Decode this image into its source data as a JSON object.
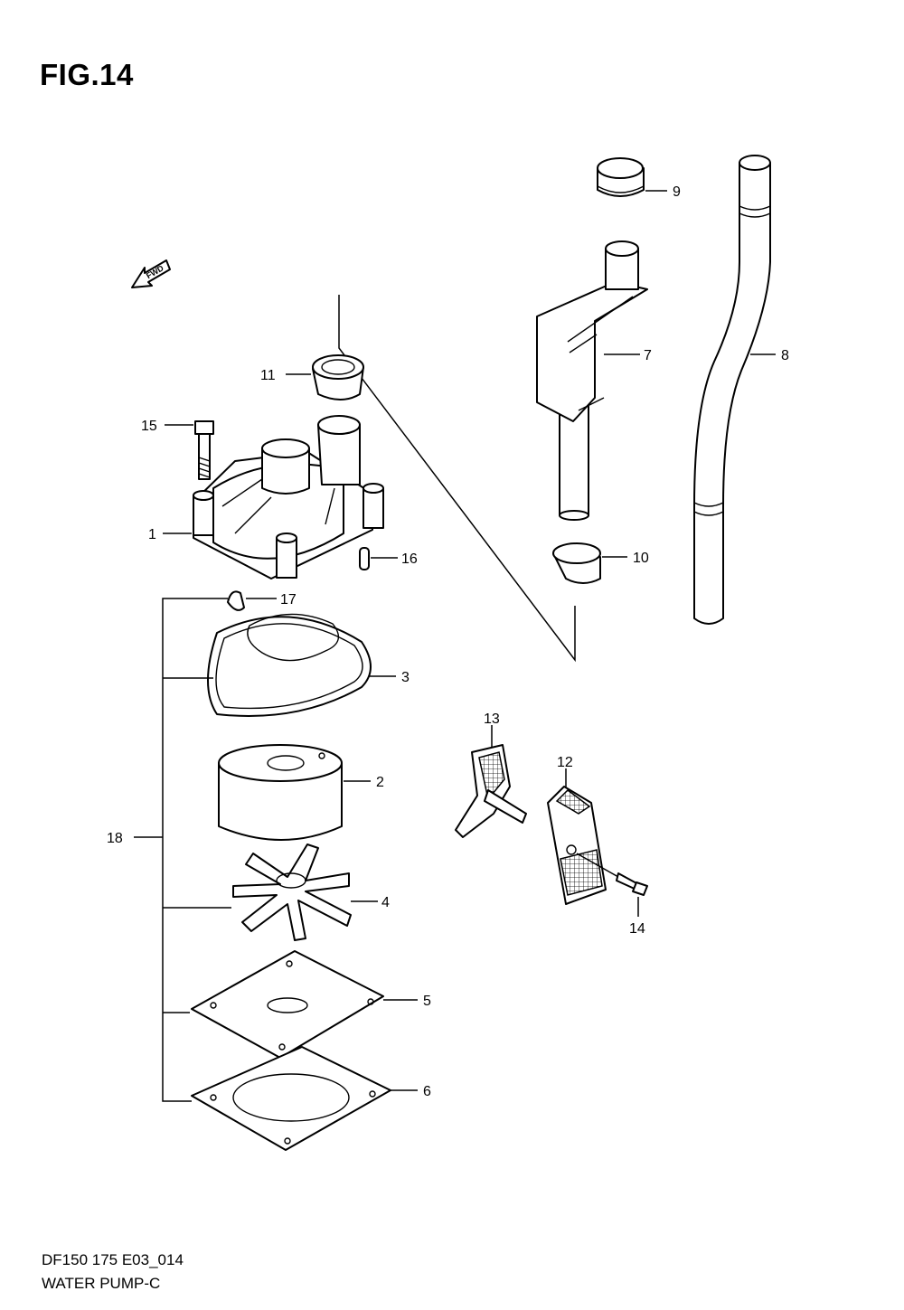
{
  "figure": {
    "title": "FIG.14",
    "fwd_label": "FWD",
    "footer_code": "DF150 175 E03_014",
    "footer_name": "WATER PUMP-C"
  },
  "callouts": {
    "c1": "1",
    "c2": "2",
    "c3": "3",
    "c4": "4",
    "c5": "5",
    "c6": "6",
    "c7": "7",
    "c8": "8",
    "c9": "9",
    "c10": "10",
    "c11": "11",
    "c12": "12",
    "c13": "13",
    "c14": "14",
    "c15": "15",
    "c16": "16",
    "c17": "17",
    "c18": "18"
  }
}
